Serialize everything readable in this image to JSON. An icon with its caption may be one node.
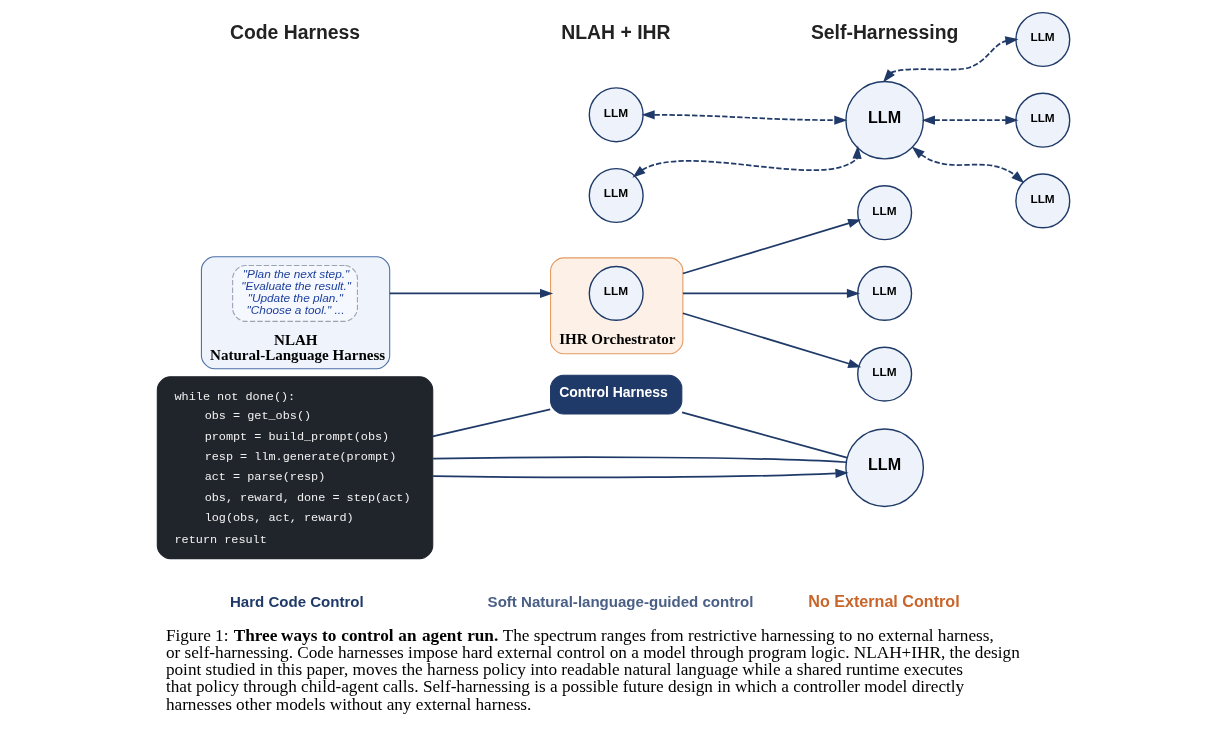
{
  "diagram": {
    "caption": "Figure 1: **Three ways to control an agent run.** The spectrum ranges from restrictive harnessing to no external harness, or self-harnessing. Code harnesses impose hard external control on a model through program logic. NLAH+IHR, the design point studied in this paper, moves the harness policy into readable natural language while a shared runtime executes that policy through child-agent calls. Self-harnessing is a possible future design in which a controller model directly harnesses other models without any external harness.",
    "nodes": [
      {
        "text": [
          "while not done():",
          "obs = get_obs()",
          "prompt = build_prompt(obs)",
          "resp = llm.generate(prompt)",
          "act = parse(resp)",
          "obs, reward, done = step(act)",
          "log(obs, act, reward)",
          "return result"
        ]
      },
      {
        "text": [
          "Control Harness"
        ]
      },
      {
        "text": [
          "LLM"
        ]
      },
      {
        "text": [
          "NLAH",
          "Natural-Language Harness"
        ]
      },
      {
        "text": [
          "\"Plan the next step.\" \"Evaluate the result.\" \"Update the plan.\" \"Choose a tool.\" ..."
        ],
        "in": 3
      },
      {
        "text": [
          "IHR Orchestrator"
        ]
      },
      {
        "text": [
          "LLM"
        ],
        "in": 5
      },
      {
        "text": [
          "LLM"
        ]
      },
      {
        "text": [
          "LLM"
        ]
      },
      {
        "text": [
          "LLM"
        ]
      },
      {
        "text": [
          "LLM"
        ]
      },
      {
        "text": [
          "LLM"
        ]
      },
      {
        "text": [
          "LLM"
        ]
      },
      {
        "text": [
          "LLM"
        ]
      },
      {
        "text": [
          "LLM"
        ]
      },
      {
        "text": [
          "LLM"
        ]
      }
    ],
    "edges": [
      {
        "from": 0,
        "to": 1,
        "arrow": "none"
      },
      {
        "from": 1,
        "to": 2,
        "arrow": "none"
      },
      {
        "from": 0,
        "to": 2,
        "arrow": "to"
      },
      {
        "from": 0,
        "to": 2,
        "arrow": "none"
      },
      {
        "from": 3,
        "to": 5,
        "arrow": "to"
      },
      {
        "from": 5,
        "to": 7,
        "arrow": "to"
      },
      {
        "from": 5,
        "to": 8,
        "arrow": "to"
      },
      {
        "from": 5,
        "to": 9,
        "arrow": "to"
      },
      {
        "from": 10,
        "to": 11,
        "arrow": "both",
        "style": "dashed"
      },
      {
        "from": 10,
        "to": 12,
        "arrow": "both",
        "style": "dashed"
      },
      {
        "from": 10,
        "to": 13,
        "arrow": "both",
        "style": "dashed"
      },
      {
        "from": 10,
        "to": 14,
        "arrow": "both",
        "style": "dashed"
      },
      {
        "from": 10,
        "to": 15,
        "arrow": "both",
        "style": "dashed"
      }
    ],
    "labels": [
      "Code Harness",
      "NLAH + IHR",
      "Self-Harnessing",
      "Hard Code Control",
      "Soft Natural-language-guided control",
      "No External Control"
    ]
  }
}
